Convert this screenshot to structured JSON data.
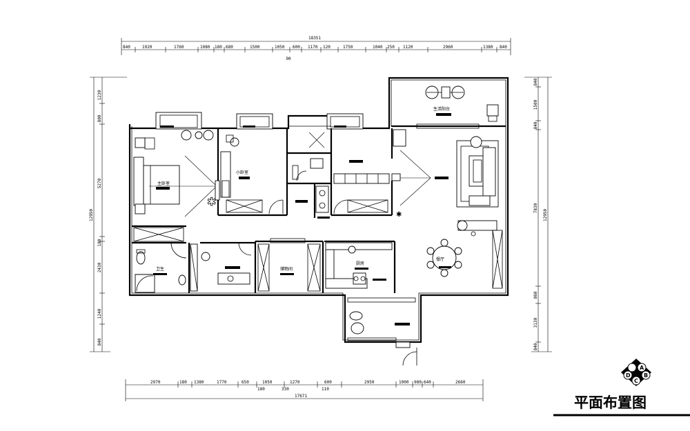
{
  "title": "平面布置图",
  "compass": {
    "a": "A",
    "b": "B",
    "c": "C",
    "d": "D"
  },
  "dimensions": {
    "top_total": "18351",
    "top_segments": [
      "840",
      "1920",
      "1760",
      "1080",
      "180",
      "680",
      "1500",
      "1050",
      "600",
      "1170",
      "120",
      "1750",
      "1040",
      "250",
      "1120",
      "2960",
      "1380",
      "840"
    ],
    "top_extra": "90",
    "bottom_total": "17671",
    "bottom_segments": [
      "2970",
      "180",
      "1380",
      "1770",
      "650",
      "1050",
      "1270",
      "600",
      "2950",
      "1000",
      "980",
      "640",
      "2660"
    ],
    "bottom_extra": [
      "180",
      "330",
      "110"
    ],
    "left_total": "12950",
    "left_segments": [
      "1230",
      "800",
      "5270",
      "180",
      "2430",
      "1240",
      "840"
    ],
    "right_total": "12950",
    "right_segments": [
      "840",
      "1500",
      "840",
      "7830",
      "860",
      "3130",
      "840"
    ]
  },
  "rooms": {
    "master_bedroom": "主卧室",
    "small_bedroom": "小卧室",
    "balcony": "生活阳台",
    "bathroom": "卫生",
    "storage": "储物间",
    "kitchen": "厨房",
    "dining": "餐厅"
  }
}
